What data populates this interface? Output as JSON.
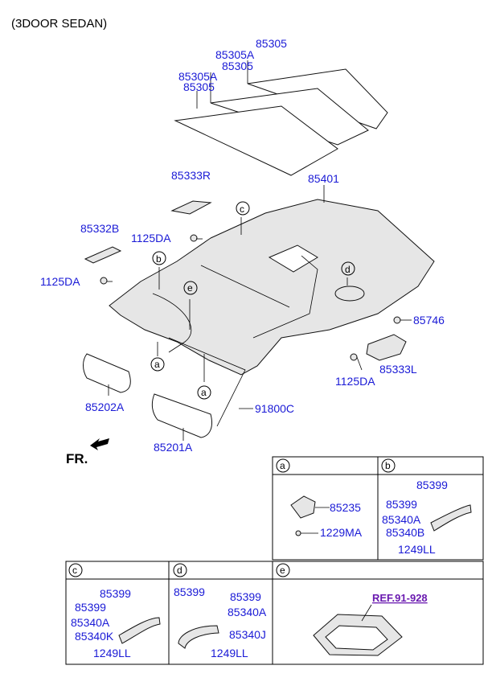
{
  "header": {
    "title": "(3DOOR SEDAN)"
  },
  "direction": {
    "label": "FR."
  },
  "callouts": {
    "a": "a",
    "b": "b",
    "c": "c",
    "d": "d",
    "e": "e"
  },
  "parts": {
    "p85305_top": "85305",
    "p85305A_1": "85305A",
    "p85305_2": "85305",
    "p85305A_3": "85305A",
    "p85305_4": "85305",
    "p85401": "85401",
    "p85333R": "85333R",
    "p85332B": "85332B",
    "p1125DA_a": "1125DA",
    "p1125DA_b": "1125DA",
    "p85746": "85746",
    "p85333L": "85333L",
    "p1125DA_c": "1125DA",
    "p85202A": "85202A",
    "p91800C": "91800C",
    "p85201A": "85201A"
  },
  "detail_a": {
    "callout": "a",
    "labels": [
      "85235",
      "1229MA"
    ]
  },
  "detail_b": {
    "callout": "b",
    "labels": [
      "85399",
      "85399",
      "85340A",
      "85340B",
      "1249LL"
    ]
  },
  "detail_c": {
    "callout": "c",
    "labels": [
      "85399",
      "85399",
      "85340A",
      "85340K",
      "1249LL"
    ]
  },
  "detail_d": {
    "callout": "d",
    "labels": [
      "85399",
      "85399",
      "85340A",
      "85340J",
      "1249LL"
    ]
  },
  "detail_e": {
    "callout": "e",
    "ref": "REF.91-928"
  }
}
